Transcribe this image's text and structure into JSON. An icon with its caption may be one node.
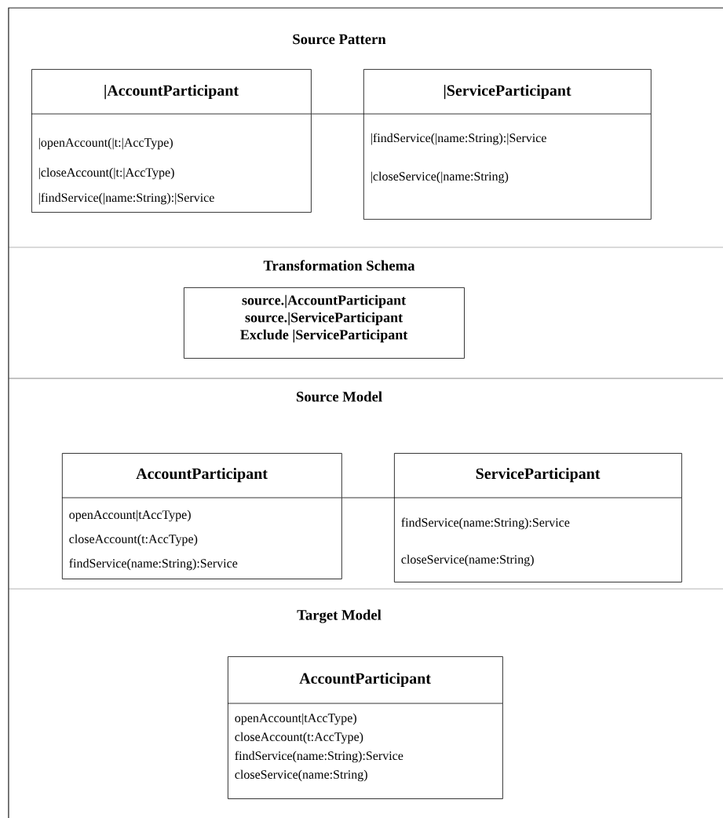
{
  "diagram": {
    "nodes": [
      {
        "text": [
          "|AccountParticipant",
          "|openAccount(|t:|AccType)",
          "|closeAccount(|t:|AccType)",
          "|findService(|name:String):|Service"
        ]
      },
      {
        "text": [
          "|ServiceParticipant",
          "|findService(|name:String):|Service",
          "|closeService(|name:String)"
        ]
      },
      {
        "text": [
          "source.|AccountParticipant",
          "source.|ServiceParticipant",
          "Exclude |ServiceParticipant"
        ]
      },
      {
        "text": [
          "AccountParticipant",
          "openAccount|tAccType)",
          "closeAccount(t:AccType)",
          "findService(name:String):Service"
        ]
      },
      {
        "text": [
          "ServiceParticipant",
          "findService(name:String):Service",
          "closeService(name:String)"
        ]
      },
      {
        "text": [
          "AccountParticipant",
          "openAccount|tAccType)",
          "closeAccount(t:AccType)",
          "findService(name:String):Service",
          "closeService(name:String)"
        ]
      }
    ],
    "edges": [
      {
        "from": 0,
        "to": 1,
        "arrow": "none"
      },
      {
        "from": 3,
        "to": 4,
        "arrow": "none"
      }
    ],
    "labels": [
      "Source Pattern",
      "Transformation Schema",
      "Source Model",
      "Target Model"
    ]
  }
}
